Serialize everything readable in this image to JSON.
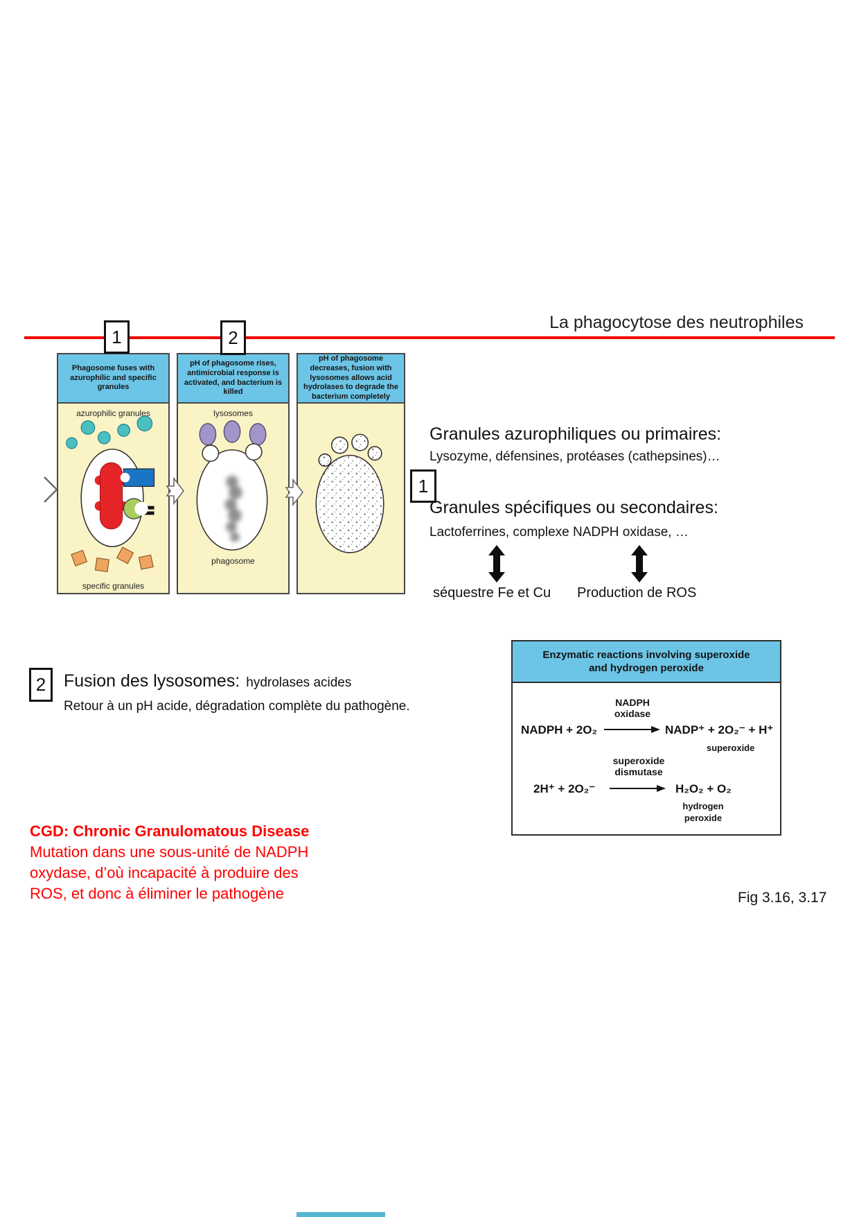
{
  "slide": {
    "title": "La phagocytose des neutrophiles",
    "fig_caption": "Fig 3.16, 3.17"
  },
  "colors": {
    "accent_red": "#F20000",
    "red_text": "#FF0000",
    "panel_blue": "#6CC5E6",
    "panel_yellow": "#FAF3C6",
    "lysosome_purple": "#A195C9",
    "granule_teal": "#4CBFC0",
    "granule_orange": "#EFA55F",
    "bacterium_red": "#E52528",
    "granule_blue": "#1B74C5",
    "granule_green": "#A8CE5C",
    "sliver_teal": "#53B5CE"
  },
  "steps": {
    "one": "1",
    "two": "2"
  },
  "panels": [
    {
      "header": "Phagosome fuses with azurophilic and specific granules",
      "top_label": "azurophilic granules",
      "bottom_label": "specific granules"
    },
    {
      "header": "pH of phagosome rises, antimicrobial response is activated, and bacterium is killed",
      "top_label": "lysosomes",
      "bottom_label": "phagosome"
    },
    {
      "header": "pH of phagosome decreases, fusion with lysosomes allows acid hydrolases to degrade the bacterium completely"
    }
  ],
  "granules_text": {
    "primary_title": "Granules azurophiliques ou primaires:",
    "primary_detail": "Lysozyme, défensines, protéases (cathepsines)…",
    "secondary_title": "Granules spécifiques ou secondaires:",
    "secondary_detail": "Lactoferrines, complexe NADPH oxidase, …",
    "effect_left": "séquestre Fe et Cu",
    "effect_right": "Production de ROS"
  },
  "fusion_section": {
    "title": "Fusion des lysosomes:",
    "title_detail": "hydrolases acides",
    "line2": "Retour à un pH acide, dégradation complète du pathogène."
  },
  "enzymatic_figure": {
    "header_line1": "Enzymatic reactions involving superoxide",
    "header_line2": "and hydrogen peroxide",
    "eq1": {
      "lhs": "NADPH + 2O₂",
      "enzyme_line1": "NADPH",
      "enzyme_line2": "oxidase",
      "rhs": "NADP⁺ + 2O₂⁻ + H⁺",
      "product_label": "superoxide"
    },
    "eq2": {
      "lhs": "2H⁺ + 2O₂⁻",
      "enzyme_line1": "superoxide",
      "enzyme_line2": "dismutase",
      "rhs": "H₂O₂ + O₂",
      "product_label_line1": "hydrogen",
      "product_label_line2": "peroxide"
    }
  },
  "cgd": {
    "title": "CGD: Chronic Granulomatous Disease",
    "line1": "Mutation dans une sous-unité de NADPH",
    "line2": "oxydase, d’où incapacité à produire des",
    "line3": "ROS, et donc à éliminer le pathogène"
  }
}
